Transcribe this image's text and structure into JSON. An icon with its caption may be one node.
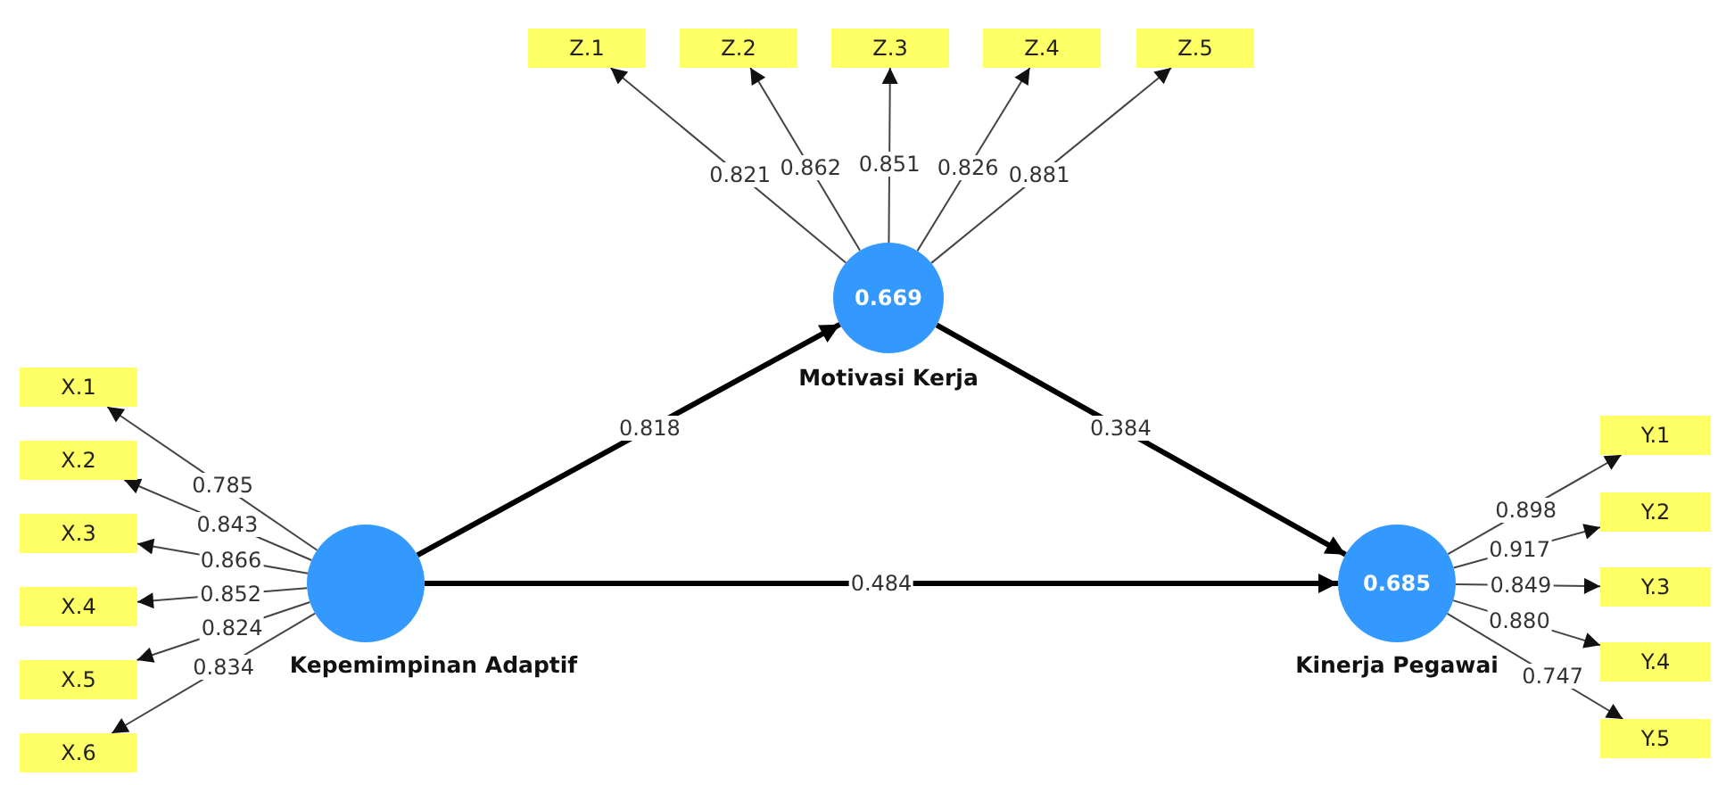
{
  "diagram": {
    "nodes": [
      {
        "text": [
          "Z.1"
        ]
      },
      {
        "text": [
          "Z.2"
        ]
      },
      {
        "text": [
          "Z.3"
        ]
      },
      {
        "text": [
          "Z.4"
        ]
      },
      {
        "text": [
          "Z.5"
        ]
      },
      {
        "text": [
          "0.669",
          "Motivasi Kerja"
        ]
      },
      {
        "text": [
          "X.1"
        ]
      },
      {
        "text": [
          "X.2"
        ]
      },
      {
        "text": [
          "X.3"
        ]
      },
      {
        "text": [
          "X.4"
        ]
      },
      {
        "text": [
          "X.5"
        ]
      },
      {
        "text": [
          "X.6"
        ]
      },
      {
        "text": [
          "Kepemimpinan Adaptif"
        ]
      },
      {
        "text": [
          "0.685",
          "Kinerja Pegawai"
        ]
      },
      {
        "text": [
          "Y.1"
        ]
      },
      {
        "text": [
          "Y.2"
        ]
      },
      {
        "text": [
          "Y.3"
        ]
      },
      {
        "text": [
          "Y.4"
        ]
      },
      {
        "text": [
          "Y.5"
        ]
      }
    ],
    "edges": [
      {
        "from": 5,
        "to": 0,
        "arrow": "to",
        "label": "0.821"
      },
      {
        "from": 5,
        "to": 1,
        "arrow": "to",
        "label": "0.862"
      },
      {
        "from": 5,
        "to": 2,
        "arrow": "to",
        "label": "0.851"
      },
      {
        "from": 5,
        "to": 3,
        "arrow": "to",
        "label": "0.826"
      },
      {
        "from": 5,
        "to": 4,
        "arrow": "to",
        "label": "0.881"
      },
      {
        "from": 12,
        "to": 6,
        "arrow": "to",
        "label": "0.785"
      },
      {
        "from": 12,
        "to": 7,
        "arrow": "to",
        "label": "0.843"
      },
      {
        "from": 12,
        "to": 8,
        "arrow": "to",
        "label": "0.866"
      },
      {
        "from": 12,
        "to": 9,
        "arrow": "to",
        "label": "0.852"
      },
      {
        "from": 12,
        "to": 10,
        "arrow": "to",
        "label": "0.824"
      },
      {
        "from": 12,
        "to": 11,
        "arrow": "to",
        "label": "0.834"
      },
      {
        "from": 12,
        "to": 5,
        "arrow": "to",
        "label": "0.818",
        "style": "thick"
      },
      {
        "from": 5,
        "to": 13,
        "arrow": "to",
        "label": "0.384",
        "style": "thick"
      },
      {
        "from": 12,
        "to": 13,
        "arrow": "to",
        "label": "0.484",
        "style": "thick"
      },
      {
        "from": 13,
        "to": 14,
        "arrow": "to",
        "label": "0.898"
      },
      {
        "from": 13,
        "to": 15,
        "arrow": "to",
        "label": "0.917"
      },
      {
        "from": 13,
        "to": 16,
        "arrow": "to",
        "label": "0.849"
      },
      {
        "from": 13,
        "to": 17,
        "arrow": "to",
        "label": "0.880"
      },
      {
        "from": 13,
        "to": 18,
        "arrow": "to",
        "label": "0.747"
      }
    ]
  }
}
